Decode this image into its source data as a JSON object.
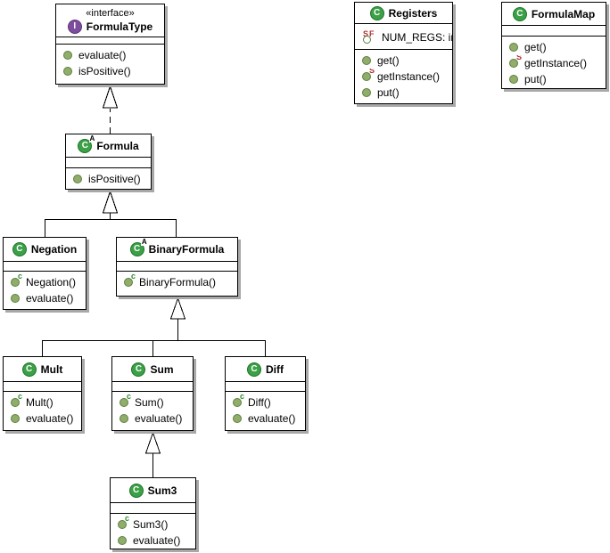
{
  "diagram": {
    "background": "#ffffff",
    "colors": {
      "class_icon_green": "#3BA047",
      "interface_icon_purple": "#7E4E9E",
      "method_dot_fill": "#90AD6A",
      "method_dot_border": "#5C7F40",
      "constructor_marker_green": "#2E8B2E",
      "static_marker_red": "#B03030",
      "box_border": "#000000",
      "box_shadow": "#a8a8a8"
    },
    "markers": {
      "class": "C",
      "interface": "I",
      "abstract": "A",
      "constructor": "c",
      "static": "S",
      "final": "F"
    },
    "classes": {
      "formulaType": {
        "stereotype": "«interface»",
        "name": "FormulaType",
        "methods": [
          "evaluate()",
          "isPositive()"
        ]
      },
      "registers": {
        "name": "Registers",
        "attributes": [
          "NUM_REGS: int"
        ],
        "methods": [
          "get()",
          "getInstance()",
          "put()"
        ]
      },
      "formulaMap": {
        "name": "FormulaMap",
        "methods": [
          "get()",
          "getInstance()",
          "put()"
        ]
      },
      "formula": {
        "name": "Formula",
        "methods": [
          "isPositive()"
        ]
      },
      "negation": {
        "name": "Negation",
        "methods": [
          "Negation()",
          "evaluate()"
        ]
      },
      "binaryFormula": {
        "name": "BinaryFormula",
        "methods": [
          "BinaryFormula()"
        ]
      },
      "mult": {
        "name": "Mult",
        "methods": [
          "Mult()",
          "evaluate()"
        ]
      },
      "sum": {
        "name": "Sum",
        "methods": [
          "Sum()",
          "evaluate()"
        ]
      },
      "diff": {
        "name": "Diff",
        "methods": [
          "Diff()",
          "evaluate()"
        ]
      },
      "sum3": {
        "name": "Sum3",
        "methods": [
          "Sum3()",
          "evaluate()"
        ]
      }
    },
    "relationships": [
      {
        "type": "realization",
        "from": "Formula",
        "to": "FormulaType"
      },
      {
        "type": "generalization",
        "from": "Negation",
        "to": "Formula"
      },
      {
        "type": "generalization",
        "from": "BinaryFormula",
        "to": "Formula"
      },
      {
        "type": "generalization",
        "from": "Mult",
        "to": "BinaryFormula"
      },
      {
        "type": "generalization",
        "from": "Sum",
        "to": "BinaryFormula"
      },
      {
        "type": "generalization",
        "from": "Diff",
        "to": "BinaryFormula"
      },
      {
        "type": "generalization",
        "from": "Sum3",
        "to": "Sum"
      }
    ]
  }
}
